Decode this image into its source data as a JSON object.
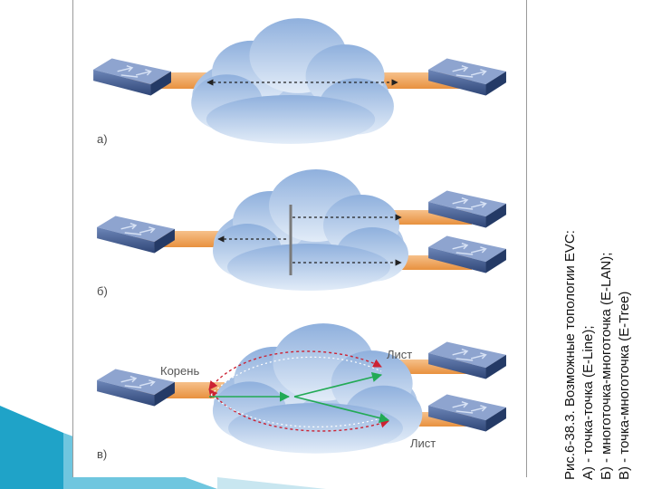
{
  "figure": {
    "panel_labels": [
      "а)",
      "б)",
      "в)"
    ],
    "root_label": "Корень",
    "leaf_label": "Лист",
    "colors": {
      "cloud_top": "#8fb0dd",
      "cloud_bottom": "#dde9f7",
      "link": "#f0a860",
      "device": "#3e5b92",
      "leaf_path": "#22aa55",
      "root_path": "#cc2233"
    }
  },
  "caption": {
    "title": "Рис.6-38.3. Возможные топологии EVC:",
    "line_a": "А) - точка-точка  (E-Line);",
    "line_b": "Б) - многоточка-многоточка (E-LAN);",
    "line_c": "В) - точка-многоточка (E-Tree)"
  },
  "decoration": {
    "corner_colors": [
      "#1fa3c8",
      "#6fc6df",
      "#c8e6f0"
    ]
  }
}
